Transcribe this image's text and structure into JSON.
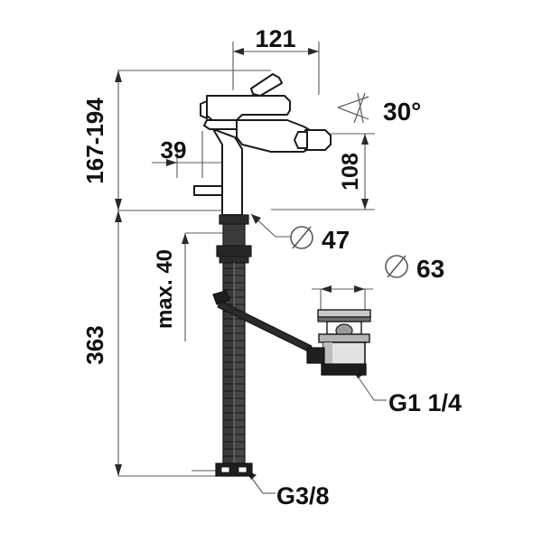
{
  "drawing": {
    "type": "technical-dimension-drawing",
    "subject": "bidet mixer tap with pop-up waste",
    "units": "mm",
    "background_color": "#ffffff",
    "line_color": "#4a4a4a",
    "outline_color": "#1a1a1a",
    "text_color": "#111111"
  },
  "dimensions": {
    "width_121": "121",
    "height_167_194": "167-194",
    "offset_39": "39",
    "height_108": "108",
    "diameter_47": "⌀ 47",
    "diameter_47_symbol": "⌀",
    "diameter_47_value": "47",
    "diameter_63_symbol": "⌀",
    "diameter_63_value": "63",
    "angle_30": "30°",
    "max_40": "max. 40",
    "height_363": "363"
  },
  "callouts": {
    "waste_thread": "G1 1/4",
    "supply_thread": "G3/8"
  }
}
